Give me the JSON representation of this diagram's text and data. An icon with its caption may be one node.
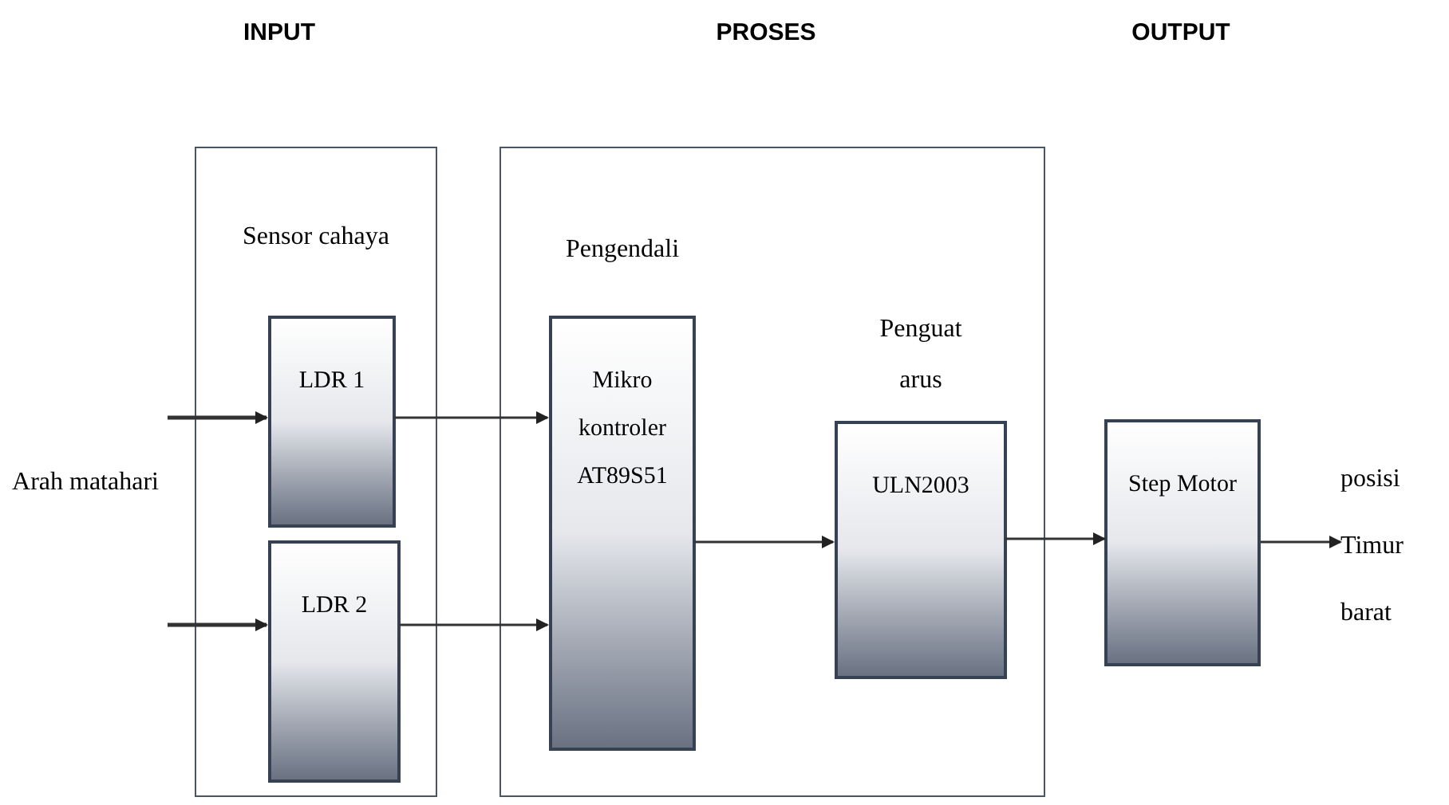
{
  "diagram": {
    "nodes": [
      {
        "text": [
          "Sensor cahaya"
        ]
      },
      {
        "text": [
          "LDR 1"
        ],
        "in": 0
      },
      {
        "text": [
          "LDR 2"
        ],
        "in": 0
      },
      {
        "text": [],
        "shape": "box"
      },
      {
        "text": [
          "Pengendali",
          "Mikro kontroler AT89S51"
        ],
        "in": 3
      },
      {
        "text": [
          "Penguat arus",
          "ULN2003"
        ],
        "in": 3
      },
      {
        "text": [
          "Step Motor"
        ]
      },
      {
        "text": [
          "posisi Timur barat"
        ]
      }
    ],
    "edges": [
      {
        "from": null,
        "to": 1,
        "arrow": "to"
      },
      {
        "from": null,
        "to": 2,
        "arrow": "to"
      },
      {
        "from": 1,
        "to": 4,
        "arrow": "to"
      },
      {
        "from": 2,
        "to": 4,
        "arrow": "to"
      },
      {
        "from": 4,
        "to": 5,
        "arrow": "to"
      },
      {
        "from": 5,
        "to": 6,
        "arrow": "to"
      },
      {
        "from": 6,
        "to": 7,
        "arrow": "to"
      }
    ],
    "labels": [
      "INPUT",
      "PROSES",
      "OUTPUT",
      "Arah matahari"
    ]
  }
}
